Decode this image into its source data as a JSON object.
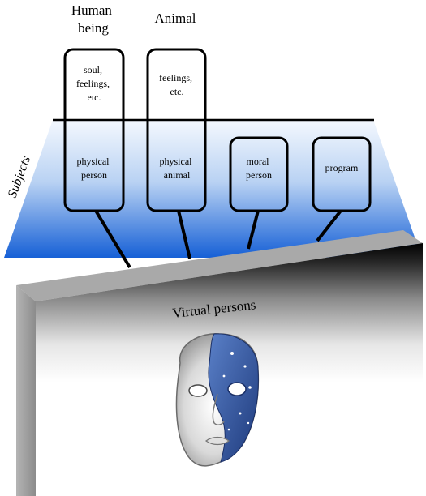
{
  "headings": {
    "human": [
      "Human",
      "being"
    ],
    "animal": [
      "Animal"
    ]
  },
  "upper_boxes": {
    "human": [
      "soul,",
      "feelings,",
      "etc."
    ],
    "animal": [
      "feelings,",
      "etc."
    ]
  },
  "subjects_label": "Subjects",
  "lower_boxes": {
    "physical_person": [
      "physical",
      "person"
    ],
    "physical_animal": [
      "physical",
      "animal"
    ],
    "moral_person": [
      "moral",
      "person"
    ],
    "program": [
      "program"
    ]
  },
  "screen_label": "Virtual persons",
  "mask_icon": "mask-icon",
  "colors": {
    "trapezoid_top": "#f2f7fd",
    "trapezoid_bottom": "#1a66d9",
    "mask_blue": "#2e4f99",
    "screen_frame": "#a8a8a8"
  }
}
